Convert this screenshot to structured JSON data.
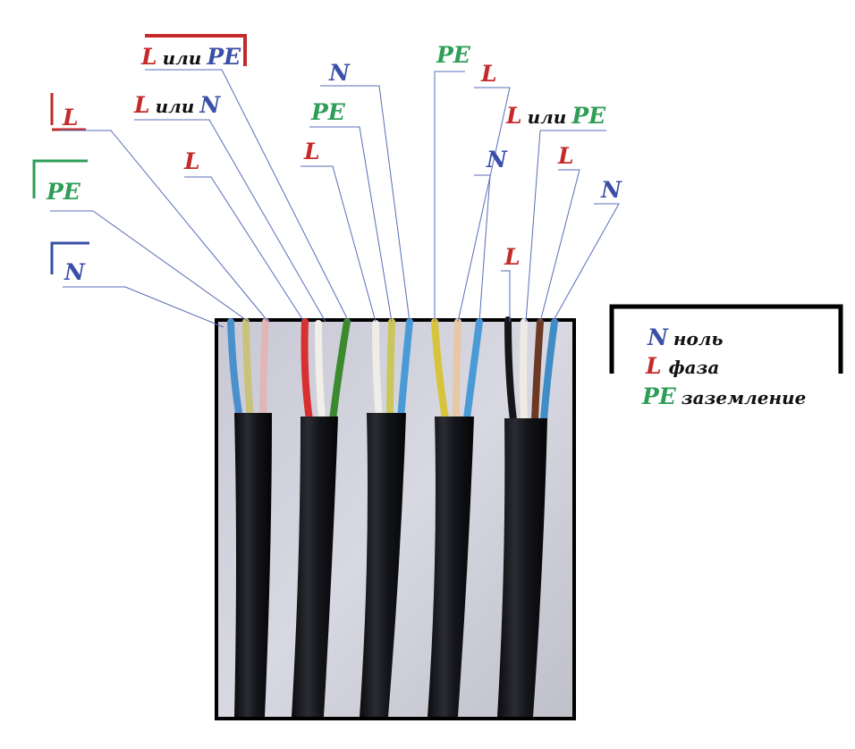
{
  "colors": {
    "neutral": "#3a4fa8",
    "phase": "#c42a2a",
    "earth": "#2e9e57",
    "text": "#111111",
    "leader": "#5a6cb8",
    "frame": "#000000"
  },
  "labels": {
    "g1_n": "N",
    "g1_pe": "PE",
    "g1_l": "L",
    "g2_l": "L",
    "g2_lorn_l": "L",
    "g2_lorn_word": "или",
    "g2_lorn_n": "N",
    "g2_lorpe_l": "L",
    "g2_lorpe_word": "или",
    "g2_lorpe_pe": "PE",
    "g3_l": "L",
    "g3_pe": "PE",
    "g3_n": "N",
    "g4_pe": "PE",
    "g4_l": "L",
    "g4_n": "N",
    "g5_l_low": "L",
    "g5_lorpe_l": "L",
    "g5_lorpe_word": "или",
    "g5_lorpe_pe": "PE",
    "g5_l": "L",
    "g5_n": "N"
  },
  "legend": {
    "neutral_code": "N",
    "neutral_text": "ноль",
    "phase_code": "L",
    "phase_text": "фаза",
    "earth_code": "PE",
    "earth_text": "заземление"
  },
  "photo": {
    "description_icon": "cable-photo",
    "cables": [
      {
        "conductors": [
          "blue",
          "yellow-green",
          "pink"
        ]
      },
      {
        "conductors": [
          "red",
          "white",
          "green"
        ]
      },
      {
        "conductors": [
          "white",
          "yellow-green",
          "blue"
        ]
      },
      {
        "conductors": [
          "yellow-green",
          "beige",
          "blue"
        ]
      },
      {
        "conductors": [
          "black",
          "white",
          "brown",
          "blue"
        ]
      }
    ]
  }
}
